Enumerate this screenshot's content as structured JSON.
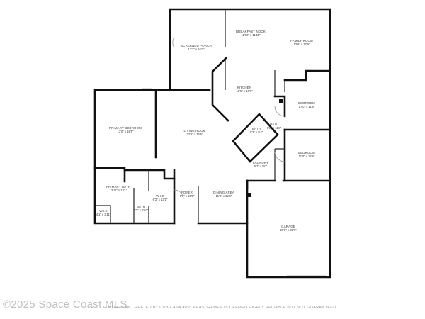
{
  "rooms": [
    {
      "id": "screened-porch",
      "name": "SCREENED PORCH",
      "dims": "12'7\" x 16'7\""
    },
    {
      "id": "breakfast-nook",
      "name": "BREAKFAST NOOK",
      "dims": "11'10\" x 11'11\""
    },
    {
      "id": "family-room",
      "name": "FAMILY ROOM",
      "dims": "12'6\" x 17'9\""
    },
    {
      "id": "kitchen",
      "name": "KITCHEN",
      "dims": "15'5\" x 16'7\""
    },
    {
      "id": "bedroom-1",
      "name": "BEDROOM",
      "dims": "17'0\" x 11'8\""
    },
    {
      "id": "hall",
      "name": "HALL",
      "dims": "8'2\" x 11'8\""
    },
    {
      "id": "bath",
      "name": "BATH",
      "dims": "9'2\" x 5'4\""
    },
    {
      "id": "primary-bedroom",
      "name": "PRIMARY BEDROOM",
      "dims": "13'0\" x 16'6\""
    },
    {
      "id": "living-room",
      "name": "LIVING ROOM",
      "dims": "22'6\" x 15'6\""
    },
    {
      "id": "bedroom-2",
      "name": "BEDROOM",
      "dims": "11'0\" x 12'8\""
    },
    {
      "id": "laundry",
      "name": "LAUNDRY",
      "dims": "5'7\" x 9'0\""
    },
    {
      "id": "primary-bath",
      "name": "PRIMARY BATH",
      "dims": "12'11\" x 13'1\""
    },
    {
      "id": "wic-1",
      "name": "W.I.C",
      "dims": "6'3\" x 13'1\""
    },
    {
      "id": "foyer",
      "name": "FOYER",
      "dims": "6'7\" x 15'5\""
    },
    {
      "id": "dining-area",
      "name": "DINING AREA",
      "dims": "11'0\" x 12'0\""
    },
    {
      "id": "bath-2",
      "name": "BATH",
      "dims": "5'2\" x 5'10\""
    },
    {
      "id": "wic-2",
      "name": "W.I.C",
      "dims": "4'1\" x 3'11\""
    },
    {
      "id": "garage",
      "name": "GARAGE",
      "dims": "20'2\" x 22'7\""
    }
  ],
  "footer": {
    "watermark": "©2025 Space Coast MLS",
    "credit": "FLOOR PLAN CREATED BY CUBICASA APP. MEASUREMENTS DEEMED HIGHLY RELIABLE BUT NOT GUARANTEED."
  }
}
